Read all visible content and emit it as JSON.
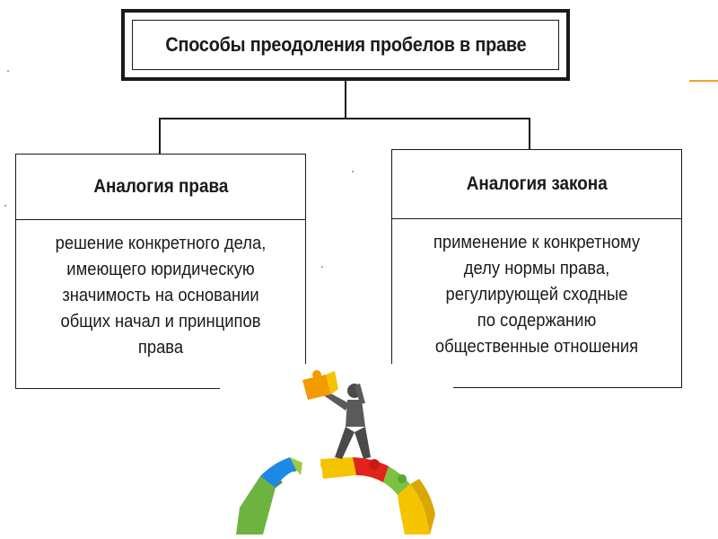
{
  "title": "Способы преодоления пробелов в праве",
  "left": {
    "heading": "Аналогия права",
    "lines": [
      "решение конкретного дела,",
      "имеющего юридическую",
      "значимость на основании",
      "общих начал и принципов",
      "права"
    ]
  },
  "right": {
    "heading": "Аналогия закона",
    "lines": [
      "применение к конкретному",
      "делу нормы права,",
      "регулирующей сходные",
      "по содержанию",
      "общественные отношения"
    ]
  },
  "colors": {
    "accent": "#f0a030",
    "puzzle_yellow": "#f5c400",
    "puzzle_red": "#e2231a",
    "puzzle_green": "#7cc242",
    "puzzle_blue": "#1e88e5",
    "puzzle_orange": "#f39a00"
  },
  "illustration": "person-building-puzzle-bridge-icon"
}
